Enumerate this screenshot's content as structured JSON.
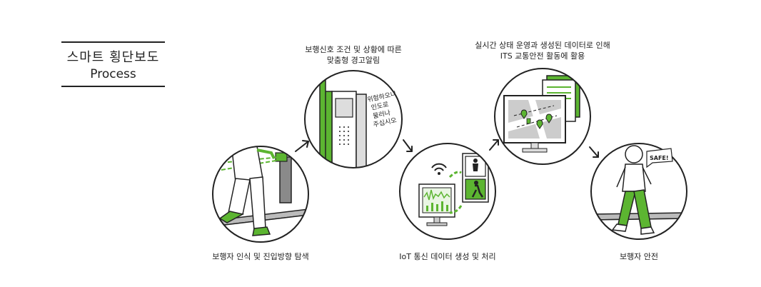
{
  "title": {
    "korean": "스마트 횡단보도",
    "english": "Process"
  },
  "steps": [
    {
      "caption": "보행자 인식 및 진입방향 탐색"
    },
    {
      "caption_line1": "보행신호 조건 및 상황에 따른",
      "caption_line2": "맞춤형 경고알림",
      "bubble": [
        "위험하오니",
        "인도로",
        "물러나",
        "주십시오"
      ]
    },
    {
      "caption": "IoT 통신 데이터 생성 및 처리"
    },
    {
      "caption_line1": "실시간 상태 운영과 생성된 데이터로 인해",
      "caption_line2": "ITS 교통안전 활동에 활용"
    },
    {
      "caption": "보행자 안전",
      "bubble": "SAFE!"
    }
  ],
  "colors": {
    "accent": "#5cb531",
    "line": "#222222",
    "gray": "#8a8a8a"
  }
}
